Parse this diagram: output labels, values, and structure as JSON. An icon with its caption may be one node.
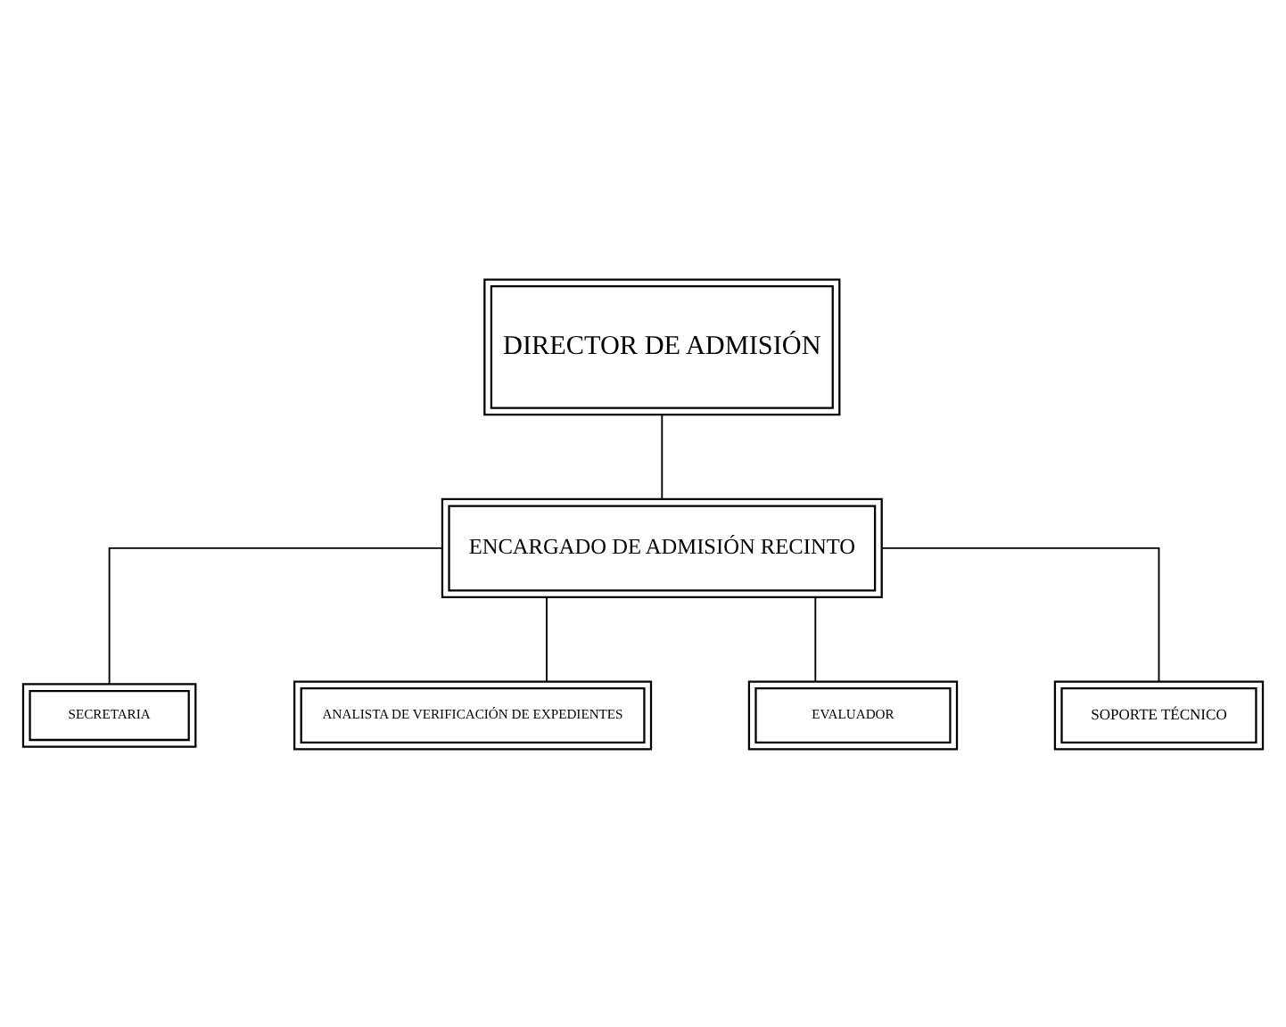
{
  "diagram": {
    "nodes": [
      {
        "text": [
          "DIRECTOR DE ADMISIÓN"
        ]
      },
      {
        "text": [
          "ENCARGADO DE ADMISIÓN RECINTO"
        ]
      },
      {
        "text": [
          "SECRETARIA"
        ]
      },
      {
        "text": [
          "ANALISTA DE VERIFICACIÓN DE EXPEDIENTES"
        ]
      },
      {
        "text": [
          "EVALUADOR"
        ]
      },
      {
        "text": [
          "SOPORTE TÉCNICO"
        ]
      }
    ],
    "edges": [
      {
        "from": 0,
        "to": 1,
        "arrow": "none"
      },
      {
        "from": 1,
        "to": 2,
        "arrow": "none"
      },
      {
        "from": 1,
        "to": 3,
        "arrow": "none"
      },
      {
        "from": 1,
        "to": 4,
        "arrow": "none"
      },
      {
        "from": 1,
        "to": 5,
        "arrow": "none"
      }
    ]
  }
}
